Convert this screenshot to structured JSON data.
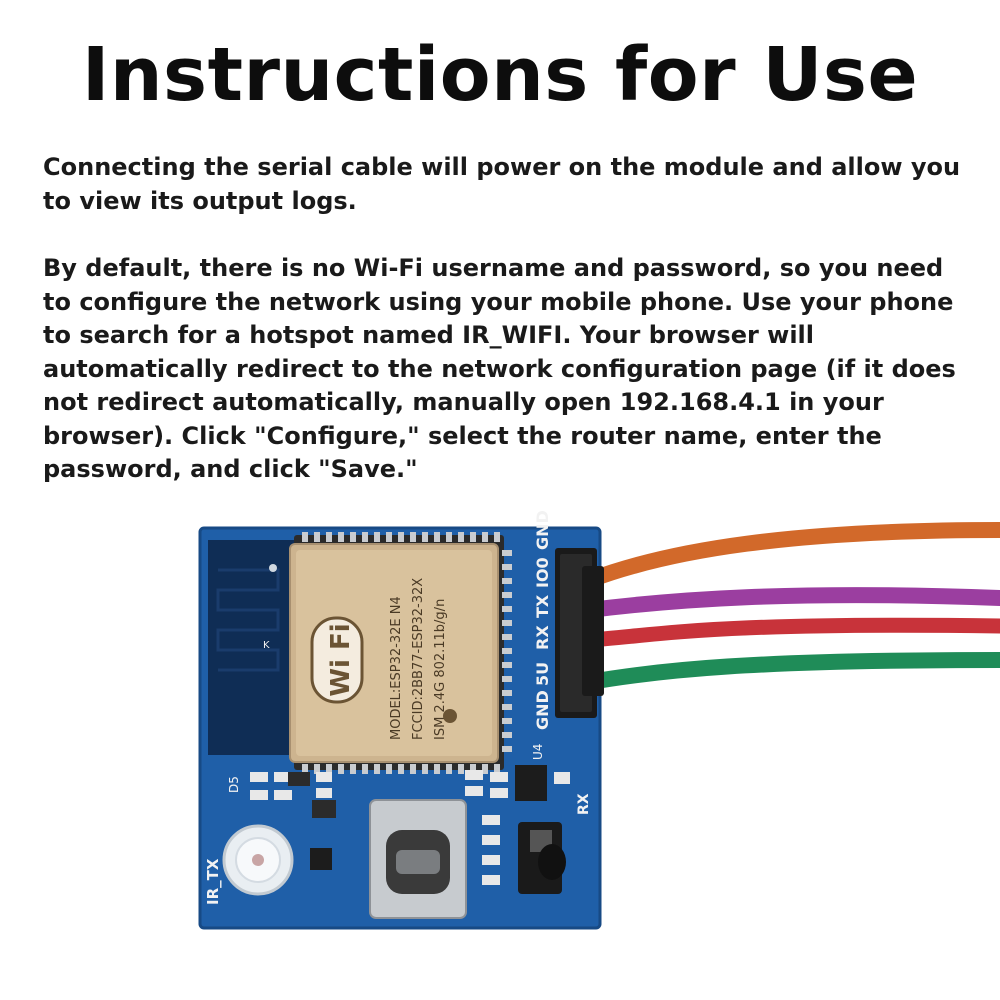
{
  "page": {
    "title": "Instructions for Use",
    "paragraph_1": "Connecting the serial cable will power on the module and allow you to view its output logs.",
    "paragraph_2": "By default, there is no Wi-Fi username and password, so you need to configure the network using your mobile phone. Use your phone to search for a hotspot named IR_WIFI. Your browser will automatically redirect to the network configuration page (if it does not redirect automatically, manually open 192.168.4.1 in your browser). Click \"Configure,\" select the router name, enter the password, and click \"Save.\""
  },
  "board": {
    "pin_labels": [
      "GND",
      "5U",
      "RX",
      "TX",
      "IO0",
      "GND"
    ],
    "wifi_logo_text": "Wi Fi",
    "chip_lines": [
      "MODEL:ESP32-32E  N4",
      "FCCID:2BB77-ESP32-32X",
      "ISM 2.4G 802.11b/g/n"
    ],
    "label_ir_tx": "IR_TX",
    "label_rx": "RX",
    "label_u4": "U4",
    "label_d5": "D5",
    "label_k": "K",
    "wire_colors": [
      "#d2692a",
      "#9b3ea0",
      "#c8333a",
      "#1f8c58"
    ],
    "pcb_color": "#1f5fa8"
  }
}
